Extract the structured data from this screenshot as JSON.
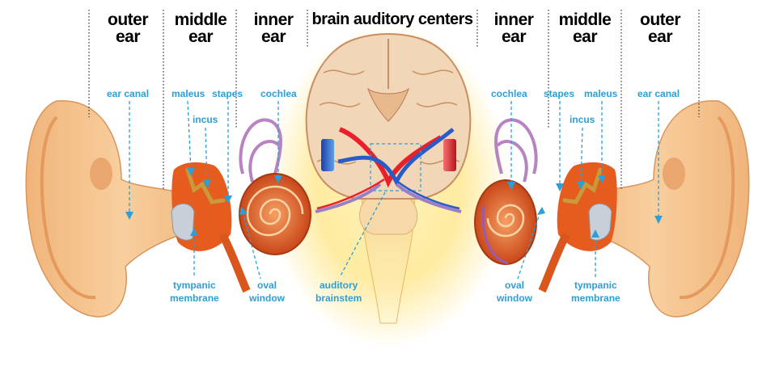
{
  "headers": {
    "outer_left": [
      "outer",
      "ear"
    ],
    "middle_left": [
      "middle",
      "ear"
    ],
    "inner_left": [
      "inner",
      "ear"
    ],
    "brain": "brain auditory centers",
    "inner_right": [
      "inner",
      "ear"
    ],
    "middle_right": [
      "middle",
      "ear"
    ],
    "outer_right": [
      "outer",
      "ear"
    ]
  },
  "labels": {
    "ear_canal_left": "ear canal",
    "maleus_left": "maleus",
    "stapes_left": "stapes",
    "incus_left": "incus",
    "cochlea_left": "cochlea",
    "tympanic_left": [
      "tympanic",
      "membrane"
    ],
    "oval_left": [
      "oval",
      "window"
    ],
    "brainstem": [
      "auditory",
      "brainstem"
    ],
    "cochlea_right": "cochlea",
    "stapes_right": "stapes",
    "maleus_right": "maleus",
    "ear_canal_right": "ear canal",
    "incus_right": "incus",
    "oval_right": [
      "oval",
      "window"
    ],
    "tympanic_right": [
      "tympanic",
      "membrane"
    ]
  },
  "colors": {
    "label": "#2b9fd6",
    "skin": "#f4c08a",
    "skin_shadow": "#e39a5c",
    "middle_ear": "#e65c1e",
    "cochlea": "#d9561c",
    "brain": "#f2d2b0",
    "nerve_red": "#e8202a",
    "nerve_blue": "#2a5cc8",
    "glow": "#ffe37a"
  }
}
